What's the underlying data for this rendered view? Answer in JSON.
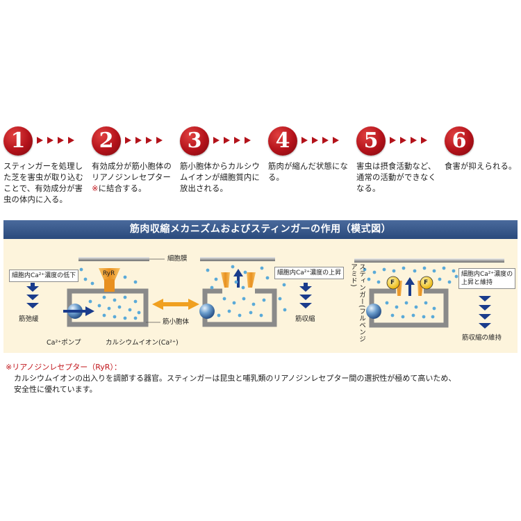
{
  "steps": [
    {
      "number": "1",
      "text": "スティンガーを処理した芝を害虫が取り込むことで、有効成分が害虫の体内に入る。"
    },
    {
      "number": "2",
      "text_before": "有効成分が筋小胞体のリアノジンレセプター",
      "note_mark": "※",
      "text_after": "に結合する。"
    },
    {
      "number": "3",
      "text": "筋小胞体からカルシウムイオンが細胞質内に放出される。"
    },
    {
      "number": "4",
      "text": "筋肉が縮んだ状態になる。"
    },
    {
      "number": "5",
      "text": "害虫は摂食活動など、通常の活動ができなくなる。"
    },
    {
      "number": "6",
      "text": "食害が抑えられる。"
    }
  ],
  "banner": {
    "title": "筋肉収縮メカニズムおよびスティンガーの作用（模式図）"
  },
  "diagram": {
    "cell_membrane": "細胞膜",
    "low_ca_label": "細胞内Ca²⁺濃度の低下",
    "relax_label": "筋弛緩",
    "pump_label": "Ca²⁺ポンプ",
    "ion_label": "カルシウムイオン(Ca²⁺)",
    "sr_label": "筋小胞体",
    "ryr_label": "RyR",
    "high_ca_label": "細胞内Ca²⁺濃度の上昇",
    "contract_label": "筋収縮",
    "stinger_vertical": "スティンガー(フルベンジアミド)",
    "f_label": "F",
    "sustained_label_1": "細胞内Ca²⁺濃度の",
    "sustained_label_2": "上昇と維持",
    "sustained_contract_label": "筋収縮の維持"
  },
  "footnote": {
    "title": "※リアノジンレセプター（RyR）：",
    "line1": "カルシウムイオンの出入りを調節する器官。スティンガーは昆虫と哺乳類のリアノジンレセプター間の選択性が極めて高いため、",
    "line2": "安全性に優れています。"
  },
  "colors": {
    "step_red": "#b3121a",
    "banner_blue": "#2a4a7c",
    "diagram_bg": "#fdf4dc",
    "arrow_blue": "#1a3c8c",
    "channel_orange": "#f0a020",
    "ion_blue": "#5aaad8"
  }
}
